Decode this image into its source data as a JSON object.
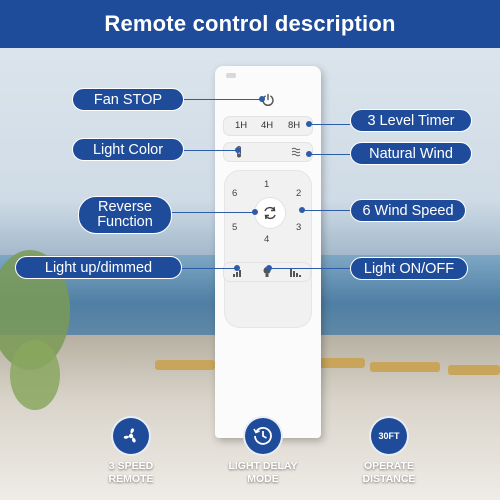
{
  "header": {
    "title": "Remote control description"
  },
  "remote": {
    "timer_options": [
      "1H",
      "4H",
      "8H"
    ],
    "dial_numbers": {
      "n1": "1",
      "n2": "2",
      "n3": "3",
      "n4": "4",
      "n5": "5",
      "n6": "6"
    }
  },
  "labels": {
    "fan_stop": "Fan STOP",
    "level_timer": "3 Level Timer",
    "light_color": "Light Color",
    "natural_wind": "Natural Wind",
    "reverse_line1": "Reverse",
    "reverse_line2": "Function",
    "wind_speed": "6 Wind Speed",
    "light_dimmed": "Light up/dimmed",
    "light_onoff": "Light ON/OFF"
  },
  "features": [
    {
      "line1": "3 SPEED",
      "line2": "REMOTE",
      "icon": "fan-icon"
    },
    {
      "line1": "LIGHT DELAY",
      "line2": "MODE",
      "icon": "clock-icon"
    },
    {
      "line1": "OPERATE",
      "line2": "DISTANCE",
      "icon": "signal-icon",
      "badge": "30FT"
    }
  ],
  "colors": {
    "accent": "#1f4c9a",
    "line": "#2e5da8"
  }
}
